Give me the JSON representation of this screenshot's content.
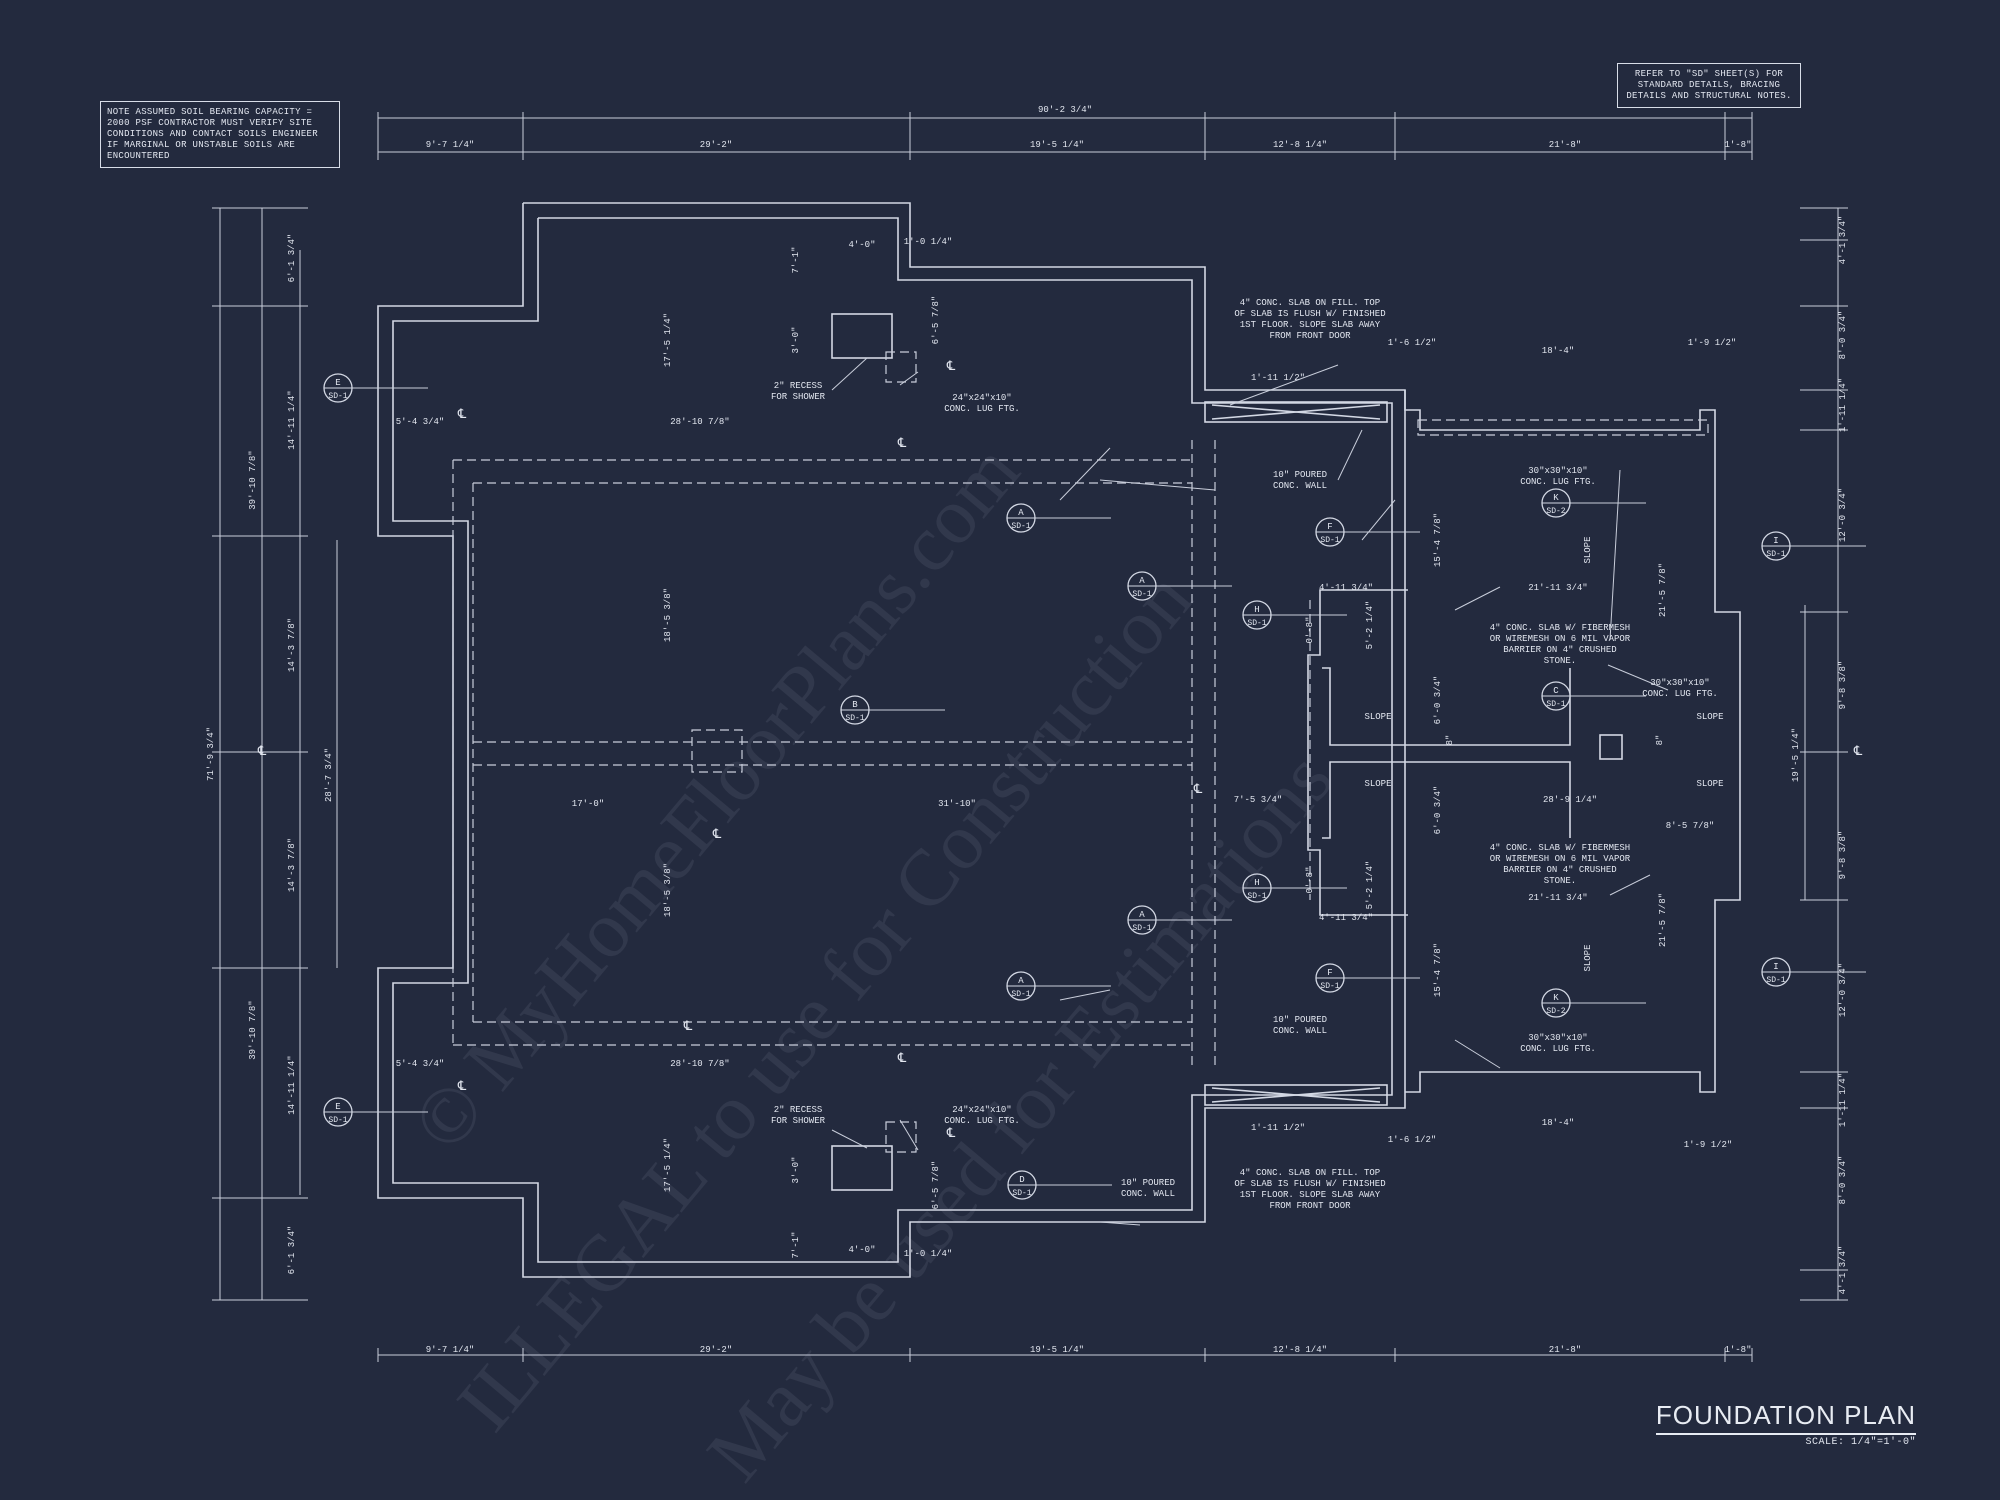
{
  "notes": {
    "soil": "NOTE ASSUMED SOIL BEARING CAPACITY = 2000 PSF CONTRACTOR MUST VERIFY SITE CONDITIONS AND CONTACT SOILS ENGINEER IF MARGINAL OR UNSTABLE SOILS ARE ENCOUNTERED",
    "refer": "REFER TO \"SD\" SHEET(S) FOR STANDARD DETAILS, BRACING DETAILS AND STRUCTURAL NOTES."
  },
  "title": "FOUNDATION PLAN",
  "scale": "SCALE: 1/4\"=1'-0\"",
  "watermark": {
    "line1": "© MyHomeFloorPlans.com",
    "line2": "ILLEGAL to use for Construction",
    "line3": "May be used for Estimations"
  },
  "dimensions": {
    "overall_top": "90'-2 3/4\"",
    "top_row": [
      "9'-7 1/4\"",
      "29'-2\"",
      "19'-5 1/4\"",
      "12'-8 1/4\"",
      "21'-8\"",
      "1'-8\""
    ],
    "bottom_row": [
      "9'-7 1/4\"",
      "29'-2\"",
      "19'-5 1/4\"",
      "12'-8 1/4\"",
      "21'-8\"",
      "1'-8\""
    ],
    "left_overall": "71'-9 3/4\"",
    "left_mid": [
      "39'-10 7/8\"",
      "39'-10 7/8\""
    ],
    "left_inner": [
      "6'-1 3/4\"",
      "14'-11 1/4\"",
      "14'-3 7/8\"",
      "14'-3 7/8\"",
      "14'-11 1/4\"",
      "6'-1 3/4\""
    ],
    "left_center": "28'-7 3/4\"",
    "right_col": [
      "4'-1 3/4\"",
      "8'-0 3/4\"",
      "1'-11 1/4\"",
      "12'-0 3/4\"",
      "9'-8 3/8\"",
      "9'-8 3/8\"",
      "12'-0 3/4\"",
      "1'-11 1/4\"",
      "8'-0 3/4\"",
      "4'-1 3/4\""
    ],
    "right_overall": "19'-5 1/4\"",
    "interior": {
      "d4_0_top": "4'-0\"",
      "d1_0_top": "1'-0 1/4\"",
      "d7_1_top": "7'-1\"",
      "d3_0_top": "3'-0\"",
      "d6_5_top": "6'-5 7/8\"",
      "d17_5_top": "17'-5 1/4\"",
      "d5_4_top": "5'-4 3/4\"",
      "d28_10_top": "28'-10 7/8\"",
      "d18_5_top": "18'-5 3/8\"",
      "d17_0": "17'-0\"",
      "d31_10": "31'-10\"",
      "d18_5_bot": "18'-5 3/8\"",
      "d17_5_bot": "17'-5 1/4\"",
      "d5_4_bot": "5'-4 3/4\"",
      "d28_10_bot": "28'-10 7/8\"",
      "d4_0_bot": "4'-0\"",
      "d1_0_bot": "1'-0 1/4\"",
      "d7_1_bot": "7'-1\"",
      "d3_0_bot": "3'-0\"",
      "d6_5_bot": "6'-5 7/8\"",
      "d1_11_top": "1'-11 1/2\"",
      "d1_11_bot": "1'-11 1/2\"",
      "d1_6_top": "1'-6 1/2\"",
      "d18_4_top": "18'-4\"",
      "d1_9_top": "1'-9 1/2\"",
      "d18_4_bot": "18'-4\"",
      "d1_6_bot": "1'-6 1/2\"",
      "d1_9_bot": "1'-9 1/2\"",
      "d15_4_top": "15'-4 7/8\"",
      "d15_4_bot": "15'-4 7/8\"",
      "d4_11_top": "4'-11 3/4\"",
      "d4_11_bot": "4'-11 3/4\"",
      "d21_11_top": "21'-11 3/4\"",
      "d21_11_bot": "21'-11 3/4\"",
      "d21_5_top": "21'-5 7/8\"",
      "d21_5_bot": "21'-5 7/8\"",
      "d28_9": "28'-9 1/4\"",
      "d8_5": "8'-5 7/8\"",
      "d7_5": "7'-5 3/4\"",
      "d6_0_top": "6'-0 3/4\"",
      "d6_0_bot": "6'-0 3/4\"",
      "d5_2_top": "5'-2 1/4\"",
      "d5_2_bot": "5'-2 1/4\"",
      "d0_8_a": "0'-8\"",
      "d0_8_b": "0'-8\"",
      "d8_a": "8\"",
      "d8_b": "8\""
    }
  },
  "callouts": {
    "slab_top": "4\" CONC. SLAB ON FILL. TOP OF SLAB IS FLUSH W/ FINISHED 1ST FLOOR. SLOPE SLAB AWAY FROM FRONT DOOR",
    "slab_bot": "4\" CONC. SLAB ON FILL. TOP OF SLAB IS FLUSH W/ FINISHED 1ST FLOOR. SLOPE SLAB AWAY FROM FRONT DOOR",
    "recess_top": "2\" RECESS FOR SHOWER",
    "recess_bot": "2\" RECESS FOR SHOWER",
    "lug24_top": "24\"x24\"x10\" CONC. LUG FTG.",
    "lug24_bot": "24\"x24\"x10\" CONC. LUG FTG.",
    "wall_top": "10\" POURED CONC. WALL",
    "wall_mid": "10\" POURED CONC. WALL",
    "wall_bot": "10\" POURED CONC. WALL",
    "lug30_top": "30\"x30\"x10\" CONC. LUG FTG.",
    "lug30_mid": "30\"x30\"x10\" CONC. LUG FTG.",
    "lug30_bot": "30\"x30\"x10\" CONC. LUG FTG.",
    "fiber_top": "4\" CONC. SLAB W/ FIBERMESH OR WIREMESH ON 6 MIL VAPOR BARRIER ON 4\" CRUSHED STONE.",
    "fiber_bot": "4\" CONC. SLAB W/ FIBERMESH OR WIREMESH ON 6 MIL VAPOR BARRIER ON 4\" CRUSHED STONE.",
    "slope": "SLOPE"
  },
  "details": [
    {
      "letter": "E",
      "sheet": "SD-1"
    },
    {
      "letter": "E",
      "sheet": "SD-1"
    },
    {
      "letter": "A",
      "sheet": "SD-1"
    },
    {
      "letter": "A",
      "sheet": "SD-1"
    },
    {
      "letter": "A",
      "sheet": "SD-1"
    },
    {
      "letter": "A",
      "sheet": "SD-1"
    },
    {
      "letter": "B",
      "sheet": "SD-1"
    },
    {
      "letter": "D",
      "sheet": "SD-1"
    },
    {
      "letter": "F",
      "sheet": "SD-1"
    },
    {
      "letter": "F",
      "sheet": "SD-1"
    },
    {
      "letter": "H",
      "sheet": "SD-1"
    },
    {
      "letter": "H",
      "sheet": "SD-1"
    },
    {
      "letter": "K",
      "sheet": "SD-2"
    },
    {
      "letter": "K",
      "sheet": "SD-2"
    },
    {
      "letter": "C",
      "sheet": "SD-1"
    },
    {
      "letter": "I",
      "sheet": "SD-1"
    },
    {
      "letter": "I",
      "sheet": "SD-1"
    }
  ],
  "centerline": "℄"
}
